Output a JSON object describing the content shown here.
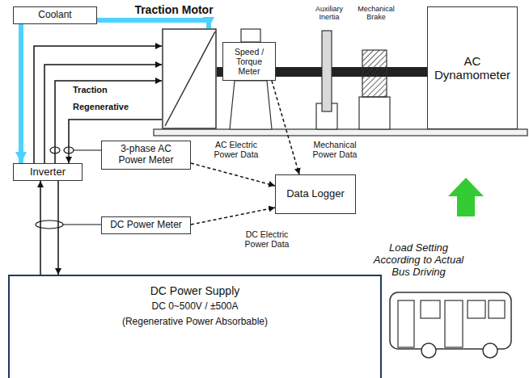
{
  "diagram": {
    "nodes": [
      {
        "text": [
          "Coolant"
        ]
      },
      {
        "text": [
          "Traction Motor"
        ]
      },
      {
        "text": [
          "Speed / Torque Meter"
        ]
      },
      {
        "text": [
          "AC Dynamometer"
        ]
      },
      {
        "text": [
          "3-phase AC Power Meter"
        ]
      },
      {
        "text": [
          "Inverter"
        ]
      },
      {
        "text": [
          "Data Logger"
        ]
      },
      {
        "text": [
          "DC Power Meter"
        ]
      },
      {
        "text": [
          "DC Power Supply",
          "DC 0~500V / ±500A",
          "(Regenerative Power Absorbable)"
        ]
      }
    ],
    "edges": [
      {
        "from": 0,
        "to": 1,
        "arrow": "to"
      },
      {
        "from": 0,
        "to": 5,
        "arrow": "to"
      },
      {
        "from": 5,
        "to": 1,
        "arrow": "to"
      },
      {
        "from": 1,
        "to": 5,
        "arrow": "to"
      },
      {
        "from": 8,
        "to": 5,
        "arrow": "to"
      },
      {
        "from": 5,
        "to": 8,
        "arrow": "to"
      },
      {
        "from": 4,
        "to": 6,
        "arrow": "to",
        "label": "AC Electric Power Data"
      },
      {
        "from": 2,
        "to": 6,
        "arrow": "to",
        "label": "Mechanical Power Data"
      },
      {
        "from": 7,
        "to": 6,
        "arrow": "to",
        "label": "DC Electric Power Data"
      }
    ],
    "labels": [
      "Auxiliary Inertia",
      "Mechanical Brake",
      "Traction",
      "Regenerative",
      "Load Setting According to Actual Bus Driving"
    ]
  }
}
